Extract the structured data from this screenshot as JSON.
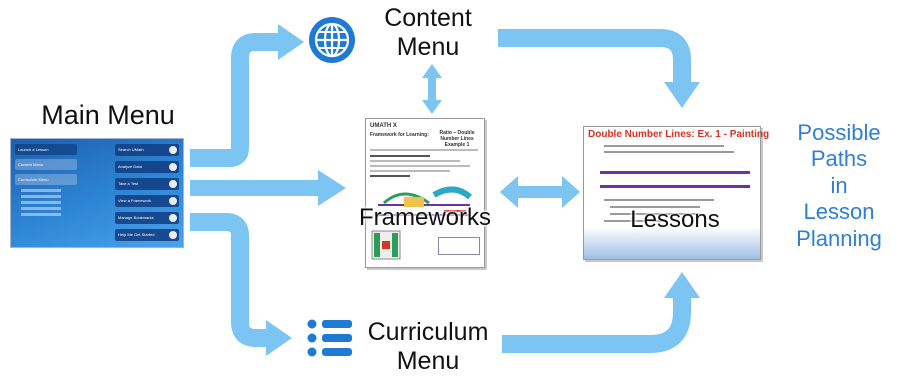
{
  "diagram": {
    "title_top_fragment": "",
    "nodes": {
      "main_menu": {
        "label": "Main Menu"
      },
      "content_menu": {
        "label_line1": "Content",
        "label_line2": "Menu"
      },
      "frameworks": {
        "label": "Frameworks"
      },
      "lessons": {
        "label": "Lessons"
      },
      "curriculum_menu": {
        "label_line1": "Curriculum",
        "label_line2": "Menu"
      }
    },
    "side_caption": {
      "lines": [
        "Possible",
        "Paths",
        "in",
        "Lesson",
        "Planning"
      ]
    },
    "colors": {
      "arrow": "#7cc4f2",
      "caption": "#2f7fd4",
      "icon": "#1f7bd1",
      "lesson_title": "#d63425"
    }
  },
  "thumbnails": {
    "main_menu": {
      "left_items": [
        "Launch a Lesson",
        "Content Menu",
        "Curriculum Menu"
      ],
      "right_buttons": [
        "Search UMath",
        "Analyze Data",
        "Take a Test",
        "View a Framework",
        "Manage Bookmarks",
        "Help Me Get Started"
      ]
    },
    "frameworks_doc": {
      "logo": "UMATH X",
      "heading_left": "Framework for Learning:",
      "heading_right": "Ratio – Double Number Lines Example 1"
    },
    "lesson_doc": {
      "title": "Double Number Lines: Ex. 1 - Painting"
    }
  }
}
